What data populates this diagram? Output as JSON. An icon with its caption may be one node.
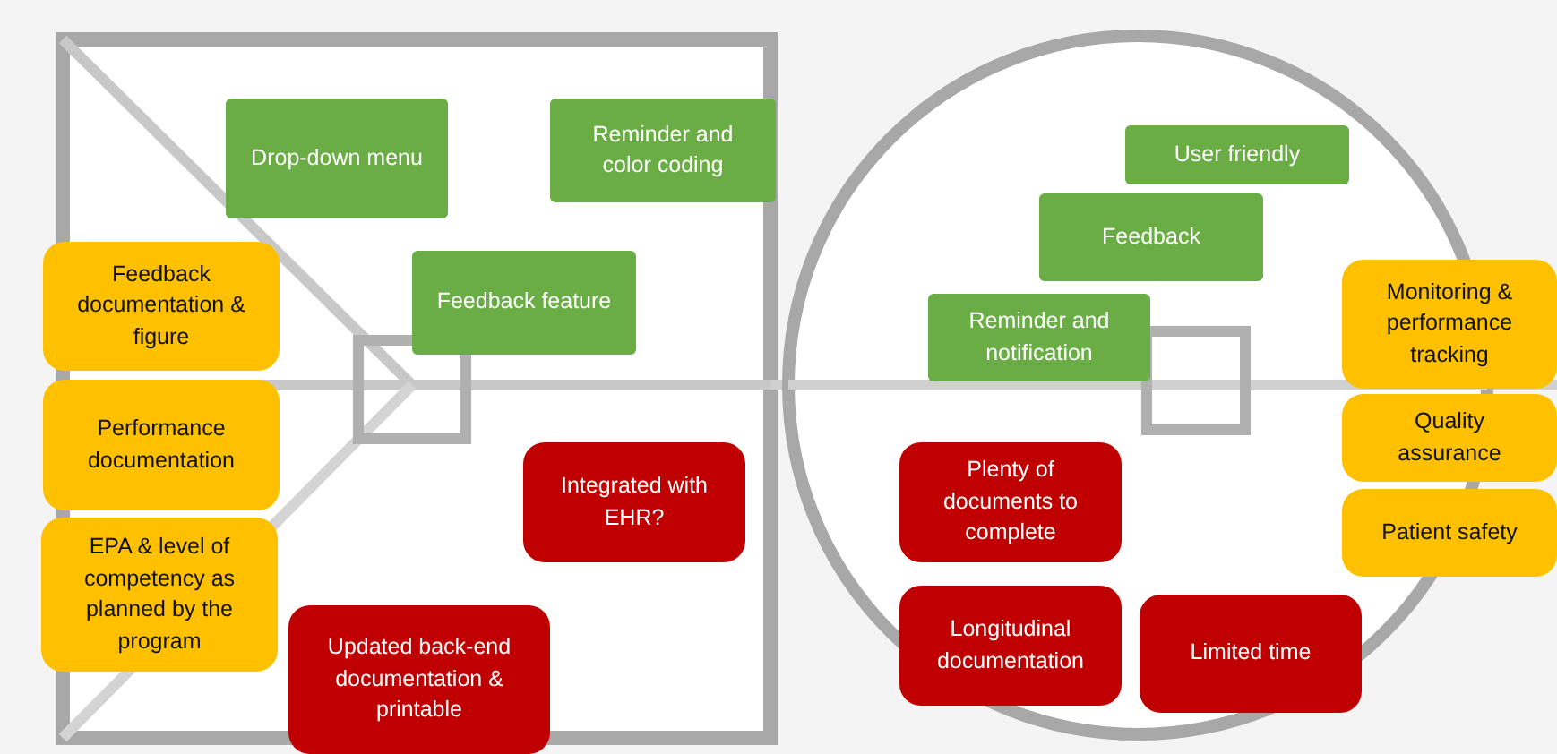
{
  "diagram": {
    "nodes": [
      {
        "text": [
          "Drop-down menu"
        ]
      },
      {
        "text": [
          "Reminder and color coding"
        ]
      },
      {
        "text": [
          "Feedback feature"
        ]
      },
      {
        "text": [
          "Feedback documentation & figure"
        ]
      },
      {
        "text": [
          "Performance documentation"
        ]
      },
      {
        "text": [
          "EPA & level of competency as planned by the program"
        ]
      },
      {
        "text": [
          "Integrated with EHR?"
        ]
      },
      {
        "text": [
          "Updated back-end documentation & printable"
        ]
      },
      {
        "text": [
          "User friendly"
        ]
      },
      {
        "text": [
          "Feedback"
        ]
      },
      {
        "text": [
          "Reminder and notification"
        ]
      },
      {
        "text": [
          "Monitoring & performance tracking"
        ]
      },
      {
        "text": [
          "Quality assurance"
        ]
      },
      {
        "text": [
          "Patient safety"
        ]
      },
      {
        "text": [
          "Plenty of documents to complete"
        ]
      },
      {
        "text": [
          "Longitudinal documentation"
        ]
      },
      {
        "text": [
          "Limited time"
        ]
      }
    ]
  }
}
